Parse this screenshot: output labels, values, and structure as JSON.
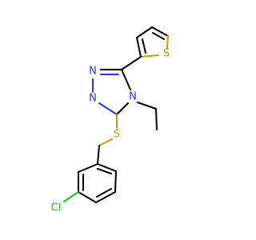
{
  "atoms": {
    "n1": {
      "text": "N",
      "color": "#2233ee"
    },
    "n2": {
      "text": "N",
      "color": "#2233ee"
    },
    "n4": {
      "text": "N",
      "color": "#2233ee"
    },
    "s_thio": {
      "text": "S",
      "color": "#b8a000"
    },
    "s_link": {
      "text": "S",
      "color": "#b8a000"
    },
    "cl": {
      "text": "Cl",
      "color": "#22bb22"
    }
  }
}
